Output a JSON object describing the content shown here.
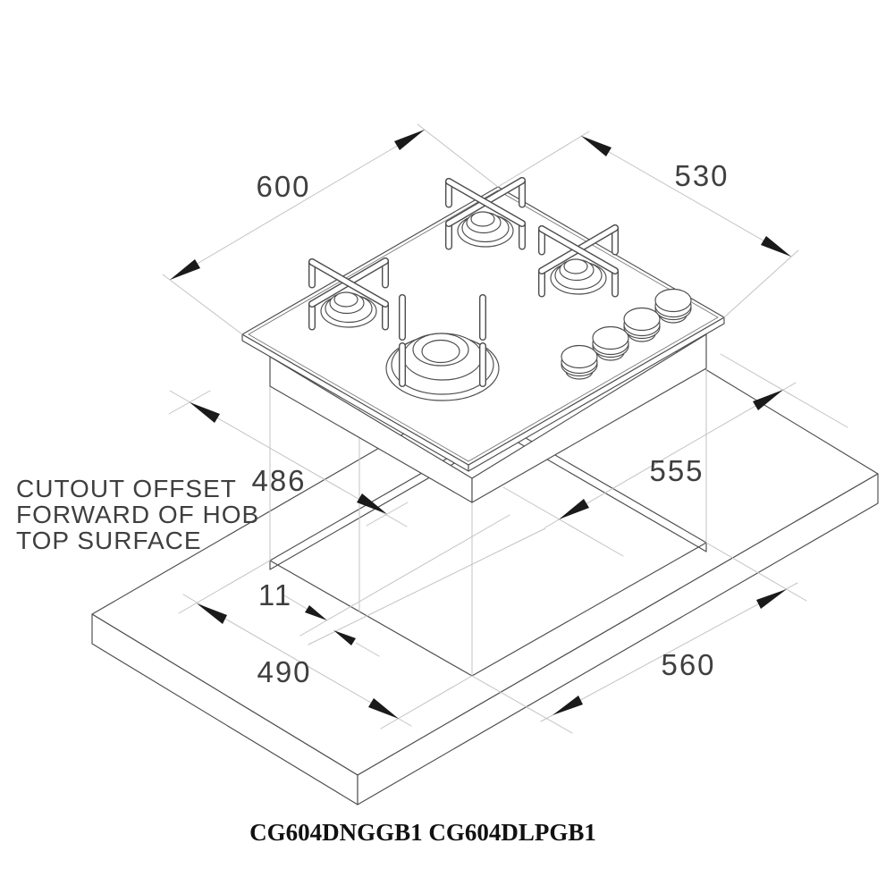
{
  "drawing": {
    "type": "hob-installation-diagram",
    "note": {
      "line1": "CUTOUT OFFSET",
      "line2": "FORWARD OF HOB",
      "line3": "TOP SURFACE"
    },
    "models": "CG604DNGGB1 CG604DLPGB1",
    "dimensions": {
      "hob_width": "600",
      "hob_depth": "530",
      "dim_486": "486",
      "dim_555": "555",
      "cutout_forward_offset": "11",
      "cutout_depth": "490",
      "cutout_width": "560"
    },
    "colors": {
      "background": "#ffffff",
      "line": "#4d4d4d",
      "light_line": "#c3c3c3",
      "arrow": "#1a1a1a",
      "text": "#3f3f3f",
      "model_text": "#111111"
    }
  }
}
